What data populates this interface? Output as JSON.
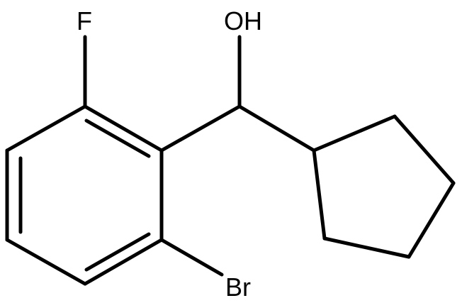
{
  "molecule": {
    "atom_labels": {
      "hydroxyl": "OH",
      "fluorine": "F",
      "bromine": "Br"
    },
    "bond_color": "#000000",
    "background_color": "#ffffff"
  }
}
